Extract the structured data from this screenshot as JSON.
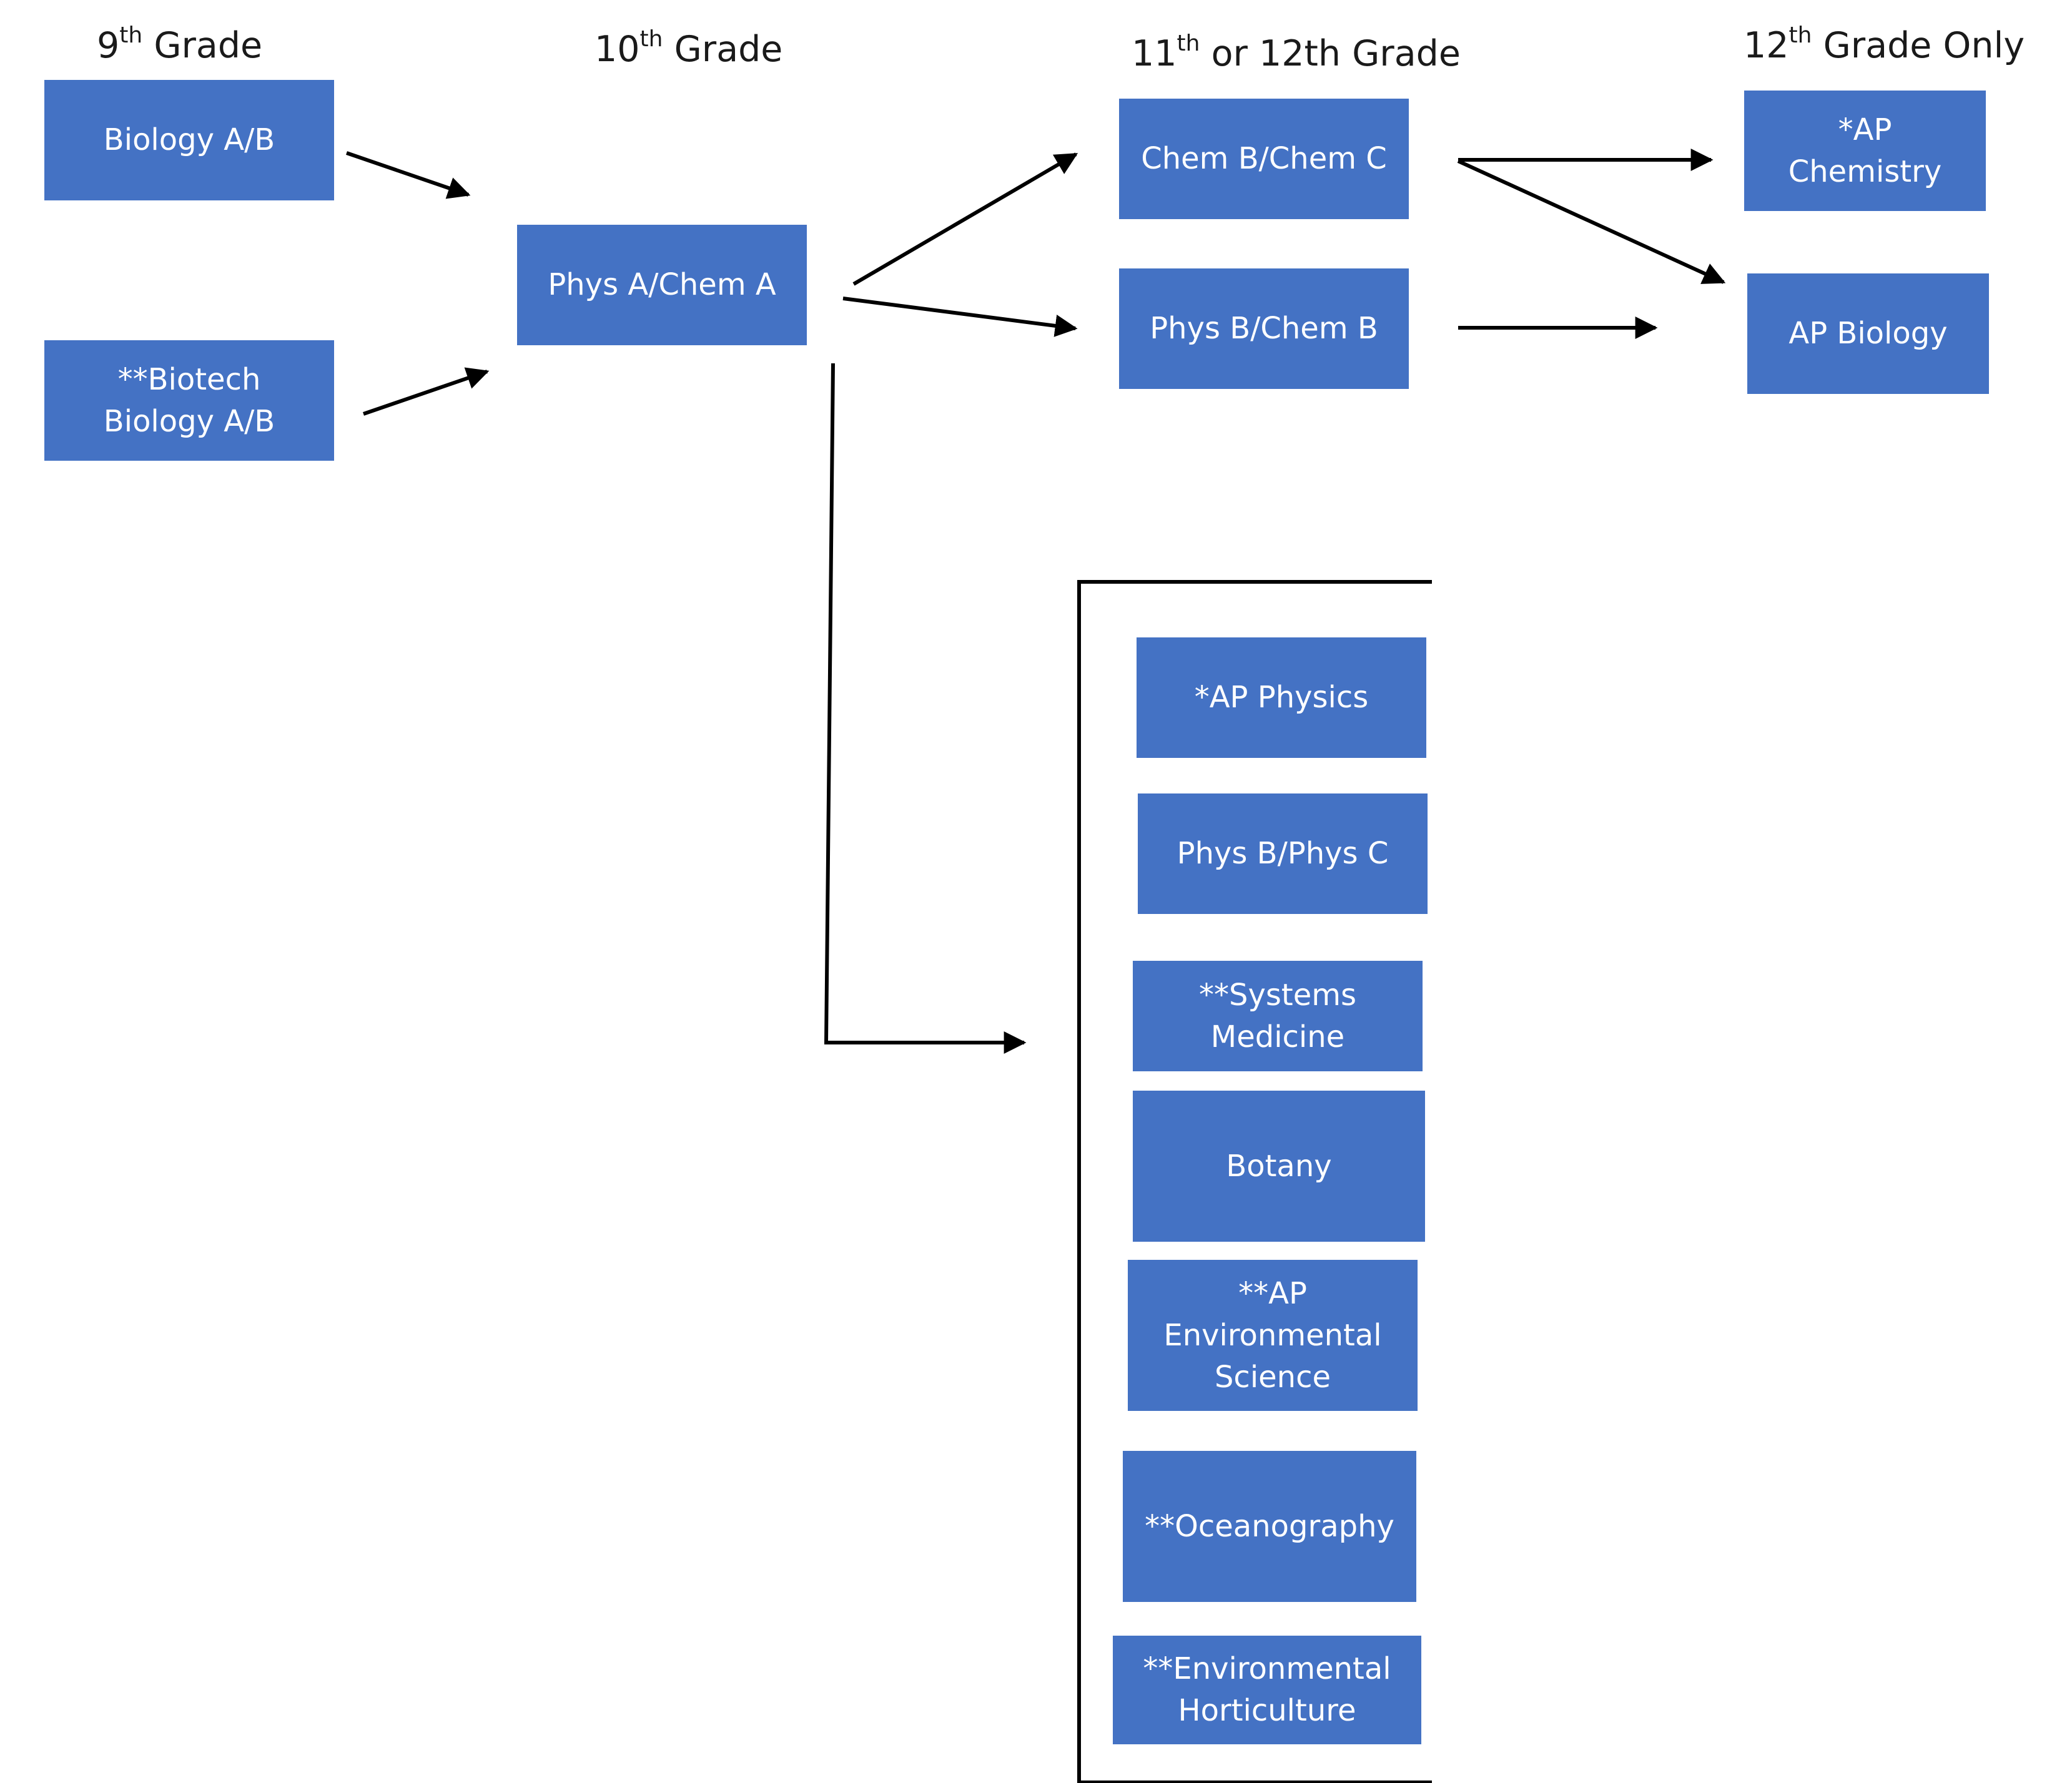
{
  "headers": {
    "grade9": {
      "num": "9",
      "sup": "th",
      "text": " Grade"
    },
    "grade10": {
      "num": "10",
      "sup": "th",
      "text": " Grade"
    },
    "grade11_12": {
      "num": "11",
      "sup": "th",
      "text": " or 12th Grade"
    },
    "grade12only": {
      "num": "12",
      "sup": "th",
      "text": "  Grade Only"
    }
  },
  "courses": {
    "biology_ab": {
      "lines": [
        "Biology A/B"
      ]
    },
    "biotech_biology_ab": {
      "lines": [
        "**Biotech",
        "Biology A/B"
      ]
    },
    "phys_a_chem_a": {
      "lines": [
        "Phys A/Chem A"
      ]
    },
    "chem_b_chem_c": {
      "lines": [
        "Chem B/Chem C"
      ]
    },
    "phys_b_chem_b": {
      "lines": [
        "Phys B/Chem B"
      ]
    },
    "ap_chemistry": {
      "lines": [
        "*AP",
        "Chemistry"
      ]
    },
    "ap_biology": {
      "lines": [
        "AP Biology"
      ]
    },
    "ap_physics": {
      "lines": [
        "*AP Physics"
      ]
    },
    "phys_b_phys_c": {
      "lines": [
        "Phys B/Phys C"
      ]
    },
    "systems_medicine": {
      "lines": [
        "**Systems",
        "Medicine"
      ]
    },
    "botany": {
      "lines": [
        "Botany"
      ]
    },
    "ap_environmental_science": {
      "lines": [
        "**AP",
        "Environmental",
        "Science"
      ]
    },
    "oceanography": {
      "lines": [
        "**Oceanography"
      ]
    },
    "environmental_horticulture": {
      "lines": [
        "**Environmental",
        "Horticulture"
      ]
    }
  },
  "colors": {
    "box_fill": "#4472C4",
    "box_text": "#ffffff",
    "line": "#000000"
  }
}
